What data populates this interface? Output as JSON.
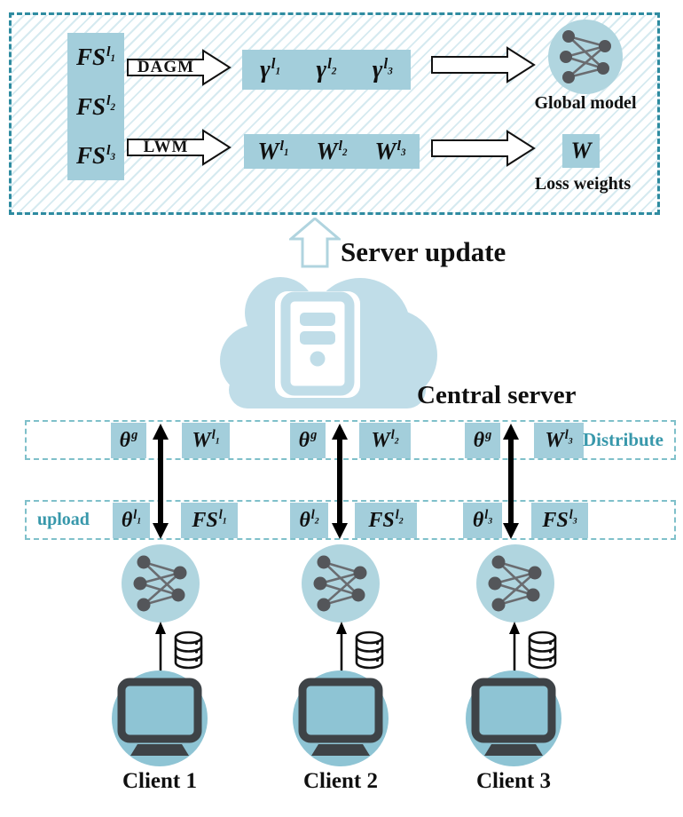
{
  "top_box": {
    "fs_stack": [
      {
        "base": "FS",
        "sup": "l",
        "sub": "1"
      },
      {
        "base": "FS",
        "sup": "l",
        "sub": "2"
      },
      {
        "base": "FS",
        "sup": "l",
        "sub": "3"
      }
    ],
    "dagm_label": "DAGM",
    "lwm_label": "LWM",
    "gamma_row": [
      {
        "base": "γ",
        "sup": "l",
        "sub": "1"
      },
      {
        "base": "γ",
        "sup": "l",
        "sub": "2"
      },
      {
        "base": "γ",
        "sup": "l",
        "sub": "3"
      }
    ],
    "w_row": [
      {
        "base": "W",
        "sup": "l",
        "sub": "1"
      },
      {
        "base": "W",
        "sup": "l",
        "sub": "2"
      },
      {
        "base": "W",
        "sup": "l",
        "sub": "3"
      }
    ],
    "global_model_label": "Global model",
    "w_chip": {
      "base": "W"
    },
    "loss_weights_label": "Loss weights"
  },
  "server_update_label": "Server update",
  "central_server_label": "Central server",
  "distribute_row": {
    "label": "Distribute",
    "chips": [
      {
        "base": "θ",
        "sup": "g"
      },
      {
        "base": "W",
        "sup": "l",
        "sub": "1"
      },
      {
        "base": "θ",
        "sup": "g"
      },
      {
        "base": "W",
        "sup": "l",
        "sub": "2"
      },
      {
        "base": "θ",
        "sup": "g"
      },
      {
        "base": "W",
        "sup": "l",
        "sub": "3"
      }
    ]
  },
  "upload_row": {
    "label": "upload",
    "chips": [
      {
        "base": "θ",
        "sup": "l",
        "sub": "1"
      },
      {
        "base": "FS",
        "sup": "l",
        "sub": "1"
      },
      {
        "base": "θ",
        "sup": "l",
        "sub": "2"
      },
      {
        "base": "FS",
        "sup": "l",
        "sub": "2"
      },
      {
        "base": "θ",
        "sup": "l",
        "sub": "3"
      },
      {
        "base": "FS",
        "sup": "l",
        "sub": "3"
      }
    ]
  },
  "clients": [
    {
      "label": "Client 1"
    },
    {
      "label": "Client 2"
    },
    {
      "label": "Client 3"
    }
  ],
  "colors": {
    "accent_teal": "#3898ab",
    "chip_blue": "#a3cedb",
    "cloud_blue": "#c0dde8",
    "client_circle_blue": "#8ec4d4",
    "nn_circle_blue": "#b0d5df",
    "dashed_border_dark": "#2e8ba0",
    "dashed_border_light": "#7fc0ca",
    "node_gray": "#54565a",
    "monitor_gray": "#3e4347"
  }
}
